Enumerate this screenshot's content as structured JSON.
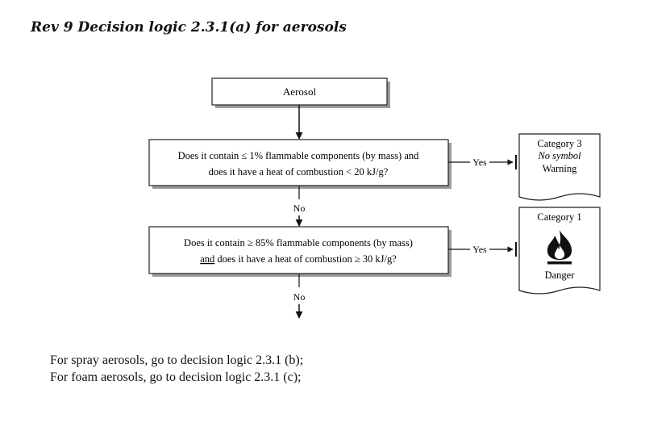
{
  "title": "Rev 9 Decision logic 2.3.1(a) for aerosols",
  "diagram": {
    "start": "Aerosol",
    "question1": {
      "line1": "Does it contain ≤ 1% flammable components (by mass) and",
      "line2": "does it have a heat of combustion < 20 kJ/g?"
    },
    "question2": {
      "line1": "Does it contain ≥  85% flammable components (by mass)",
      "line2_underlined": "and",
      "line2_rest": " does it have a heat of combustion ≥ 30 kJ/g?"
    },
    "yes_label": "Yes",
    "no_label": "No",
    "outcome1": {
      "category": "Category 3",
      "symbol": "No symbol",
      "signal_word": "Warning"
    },
    "outcome2": {
      "category": "Category 1",
      "pictogram": "flame-icon",
      "signal_word": "Danger"
    }
  },
  "footer": {
    "line1": "For spray aerosols, go to decision logic 2.3.1 (b);",
    "line2": "For foam aerosols, go to decision logic 2.3.1 (c);"
  }
}
